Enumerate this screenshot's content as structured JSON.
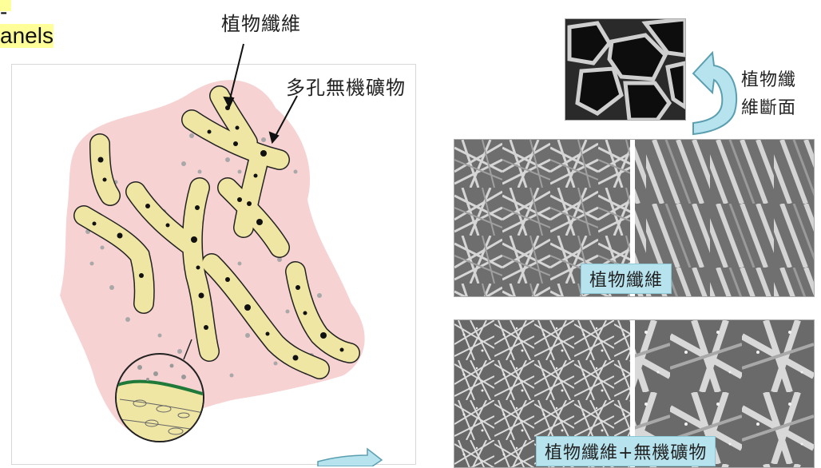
{
  "title": {
    "line1": "-",
    "line2": "anels"
  },
  "diagram": {
    "label_fiber": "植物纖維",
    "label_porous": "多孔無機礦物"
  },
  "photos": {
    "cross_section_label_line1": "植物纖",
    "cross_section_label_line2": "維斷面",
    "caption_fiber": "植物纖維",
    "caption_fiber_mineral": "植物纖維+無機礦物"
  },
  "colors": {
    "blob_pink": "#f7d2d2",
    "fiber_yellow": "#f0e6a4",
    "arrow_cyan": "#b7e3ee",
    "highlight_yellow": "#ffff99",
    "interface_green": "#1f7a3a"
  }
}
